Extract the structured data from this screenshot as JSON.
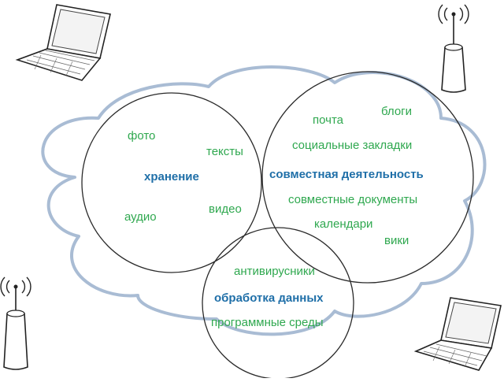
{
  "colors": {
    "cloud_stroke": "#a9bcd4",
    "circle_stroke": "#2a2a2a",
    "item_text": "#2fa84f",
    "heading_text": "#1f6fa8"
  },
  "icons": {
    "laptop_top_left": "laptop-icon",
    "antenna_top_right": "wireless-antenna-icon",
    "antenna_bottom_left": "wireless-antenna-icon",
    "laptop_bottom_right": "laptop-icon"
  },
  "storage": {
    "heading": "хранение",
    "items": [
      "фото",
      "тексты",
      "аудио",
      "видео"
    ]
  },
  "collaboration": {
    "heading": "совместная деятельность",
    "items": [
      "почта",
      "блоги",
      "социальные закладки",
      "совместные документы",
      "календари",
      "вики"
    ]
  },
  "processing": {
    "heading": "обработка данных",
    "items": [
      "антивирусники",
      "программные среды"
    ]
  }
}
